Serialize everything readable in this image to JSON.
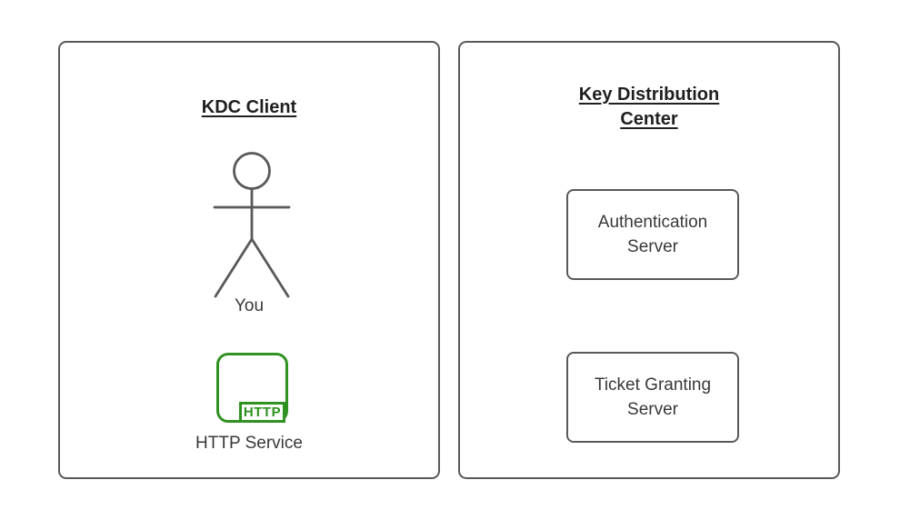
{
  "client_panel": {
    "title": "KDC Client",
    "actor_label": "You",
    "http_badge": "HTTP",
    "service_label": "HTTP Service"
  },
  "kdc_panel": {
    "title": "Key Distribution Center",
    "servers": [
      {
        "label": "Authentication Server"
      },
      {
        "label": "Ticket Granting Server"
      }
    ]
  },
  "colors": {
    "background": "#ffffff",
    "border": "#595959",
    "title_text": "#1f1f1f",
    "body_text": "#383838",
    "green": "#2f9220"
  }
}
